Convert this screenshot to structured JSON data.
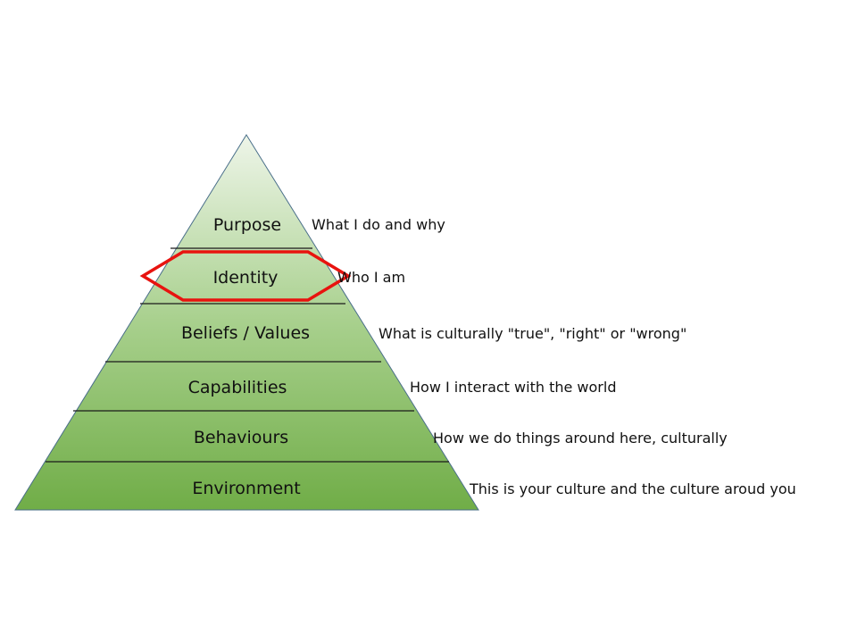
{
  "levels": [
    {
      "label": "Purpose",
      "description": "What I do and why"
    },
    {
      "label": "Identity",
      "description": "Who I am"
    },
    {
      "label": "Beliefs / Values",
      "description": "What is culturally \"true\", \"right\" or \"wrong\""
    },
    {
      "label": "Capabilities",
      "description": "How I interact with the world"
    },
    {
      "label": "Behaviours",
      "description": "How we do things around here, culturally"
    },
    {
      "label": "Environment",
      "description": "This is your culture and the culture aroud you"
    }
  ],
  "highlighted_level": "Identity",
  "colors": {
    "top": "#e8f1e1",
    "bottom": "#70ad47",
    "outline": "#4a6f8a",
    "highlight": "#e8130f"
  }
}
